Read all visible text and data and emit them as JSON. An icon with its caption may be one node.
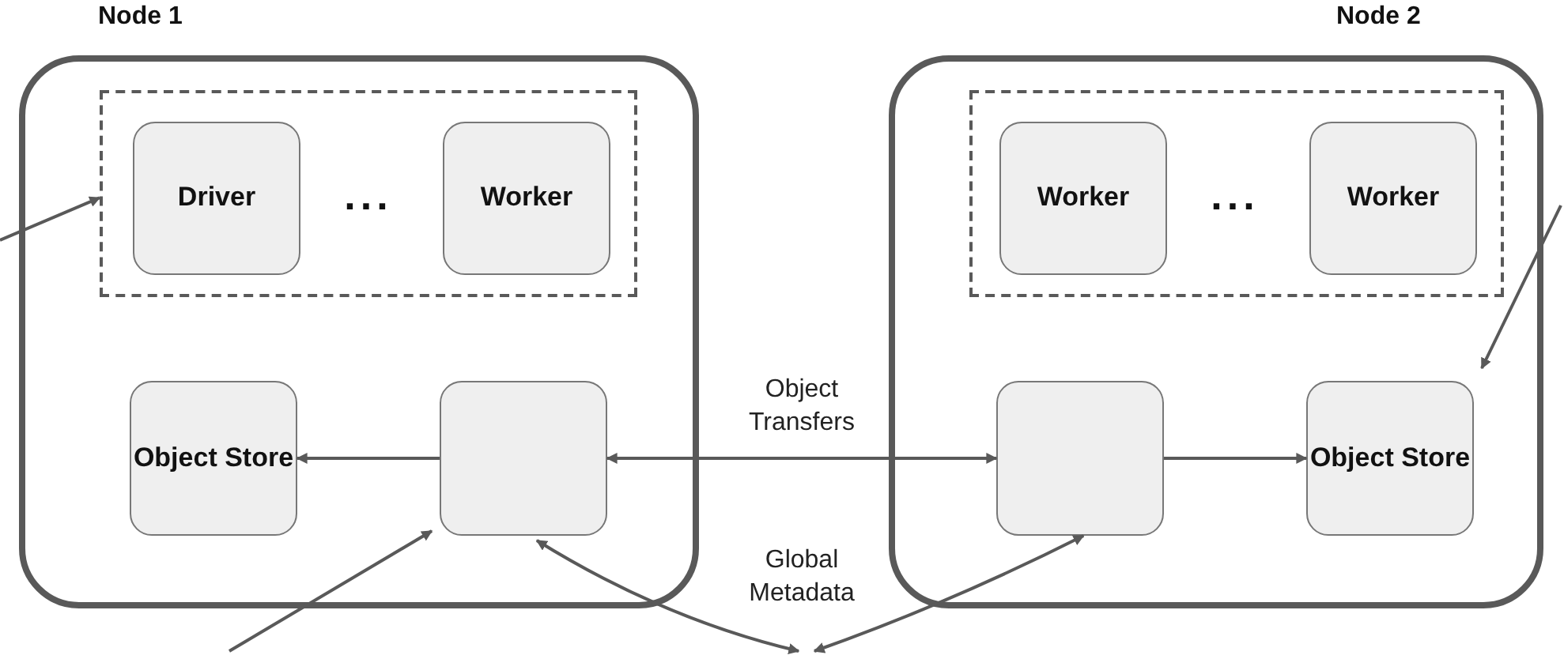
{
  "diagram": {
    "nodes": [
      {
        "text": [
          "Node 1"
        ]
      },
      {
        "text": [],
        "shape": "box",
        "in": 0
      },
      {
        "text": [
          "Driver"
        ],
        "in": 1
      },
      {
        "text": [
          "Worker"
        ],
        "in": 1
      },
      {
        "text": [
          "Object Store"
        ],
        "in": 0
      },
      {
        "text": [],
        "shape": "box",
        "in": 0
      },
      {
        "text": [
          "Node 2"
        ]
      },
      {
        "text": [],
        "shape": "box",
        "in": 6
      },
      {
        "text": [
          "Worker"
        ],
        "in": 7
      },
      {
        "text": [
          "Worker"
        ],
        "in": 7
      },
      {
        "text": [],
        "shape": "box",
        "in": 6
      },
      {
        "text": [
          "Object Store"
        ],
        "in": 6
      }
    ],
    "edges": [
      {
        "from": 5,
        "to": 4,
        "arrow": "to"
      },
      {
        "from": 5,
        "to": 10,
        "arrow": "both",
        "label": "Object Transfers"
      },
      {
        "from": 10,
        "to": 11,
        "arrow": "to"
      },
      {
        "from": 5,
        "to": null,
        "arrow": "both"
      },
      {
        "from": 10,
        "to": null,
        "arrow": "both"
      },
      {
        "from": null,
        "to": 1,
        "arrow": "to"
      },
      {
        "from": null,
        "to": 5,
        "arrow": "to"
      },
      {
        "from": null,
        "to": 11,
        "arrow": "to"
      }
    ],
    "labels": [
      "...",
      "...",
      "Global Metadata"
    ]
  }
}
